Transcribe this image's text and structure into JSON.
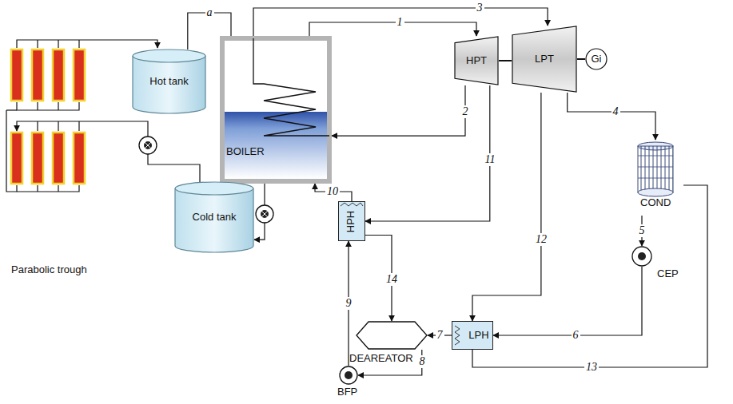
{
  "diagram": {
    "nodes": [
      {
        "text": [
          "Hot tank"
        ]
      },
      {
        "text": [
          "BOILER"
        ]
      },
      {
        "text": [
          "HPT"
        ]
      },
      {
        "text": [
          "LPT"
        ]
      },
      {
        "text": [
          "Gi"
        ]
      },
      {
        "text": [
          "COND"
        ]
      },
      {
        "text": [
          "Cold tank"
        ]
      },
      {
        "text": [
          "HPH"
        ]
      },
      {
        "text": [
          "LPH"
        ]
      },
      {
        "text": [
          "DEAREATOR"
        ]
      },
      {
        "text": [
          "BFP"
        ]
      },
      {
        "text": [
          "CEP"
        ]
      }
    ],
    "edges": [
      {
        "from": 0,
        "to": 1,
        "label": "a",
        "arrow": "none"
      },
      {
        "from": 1,
        "to": 2,
        "label": "1",
        "arrow": "to"
      },
      {
        "from": 2,
        "to": 1,
        "label": "2",
        "arrow": "to"
      },
      {
        "from": 1,
        "to": 3,
        "label": "3",
        "arrow": "to"
      },
      {
        "from": 3,
        "to": 5,
        "label": "4",
        "arrow": "to"
      },
      {
        "from": 5,
        "to": 11,
        "label": "5",
        "arrow": "to"
      },
      {
        "from": 11,
        "to": 8,
        "label": "6",
        "arrow": "to"
      },
      {
        "from": 8,
        "to": 9,
        "label": "7",
        "arrow": "to"
      },
      {
        "from": 9,
        "to": 10,
        "label": "8",
        "arrow": "to"
      },
      {
        "from": 10,
        "to": 7,
        "label": "9",
        "arrow": "to"
      },
      {
        "from": 7,
        "to": 1,
        "label": "10",
        "arrow": "to"
      },
      {
        "from": 2,
        "to": 7,
        "label": "11",
        "arrow": "to"
      },
      {
        "from": 3,
        "to": 8,
        "label": "12",
        "arrow": "to"
      },
      {
        "from": 8,
        "to": 5,
        "label": "13",
        "arrow": "none"
      },
      {
        "from": 7,
        "to": 9,
        "label": "14",
        "arrow": "to"
      },
      {
        "from": 1,
        "to": 6,
        "arrow": "to"
      },
      {
        "from": 2,
        "to": 3,
        "arrow": "none"
      },
      {
        "from": 3,
        "to": 4,
        "arrow": "none"
      }
    ],
    "labels": [
      "Parabolic trough"
    ]
  }
}
